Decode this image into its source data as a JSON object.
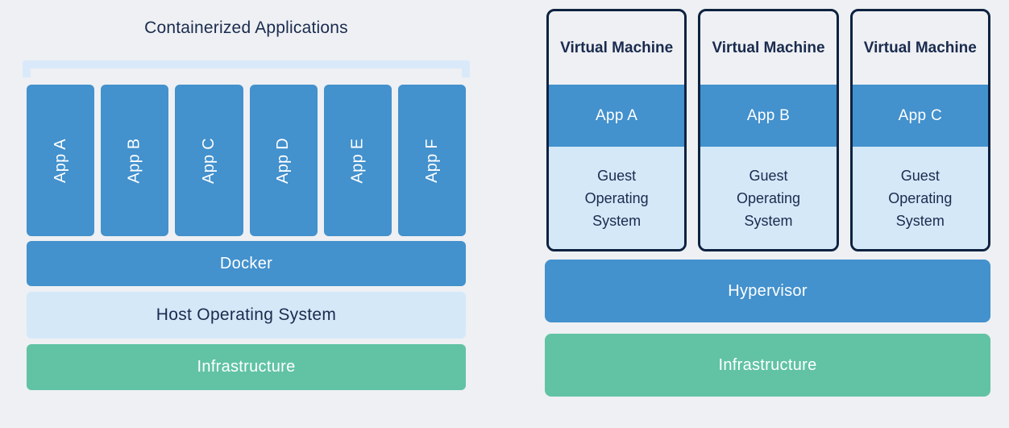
{
  "colors": {
    "background": "#eef0f3",
    "blue": "#4391cd",
    "light_blue": "#d4e8f8",
    "green": "#61c3a4",
    "navy_text": "#1a2b4e",
    "navy_border": "#0e2240",
    "bracket_blue": "#d9e9fa",
    "white": "#ffffff"
  },
  "left_panel": {
    "title": "Containerized Applications",
    "apps": [
      "App A",
      "App B",
      "App C",
      "App D",
      "App E",
      "App F"
    ],
    "layers": [
      {
        "label": "Docker"
      },
      {
        "label": "Host Operating System"
      },
      {
        "label": "Infrastructure"
      }
    ]
  },
  "right_panel": {
    "vms": [
      {
        "title": "Virtual Machine",
        "app": "App A",
        "os": "Guest Operating System"
      },
      {
        "title": "Virtual Machine",
        "app": "App B",
        "os": "Guest Operating System"
      },
      {
        "title": "Virtual Machine",
        "app": "App C",
        "os": "Guest Operating System"
      }
    ],
    "layers": [
      {
        "label": "Hypervisor"
      },
      {
        "label": "Infrastructure"
      }
    ]
  }
}
